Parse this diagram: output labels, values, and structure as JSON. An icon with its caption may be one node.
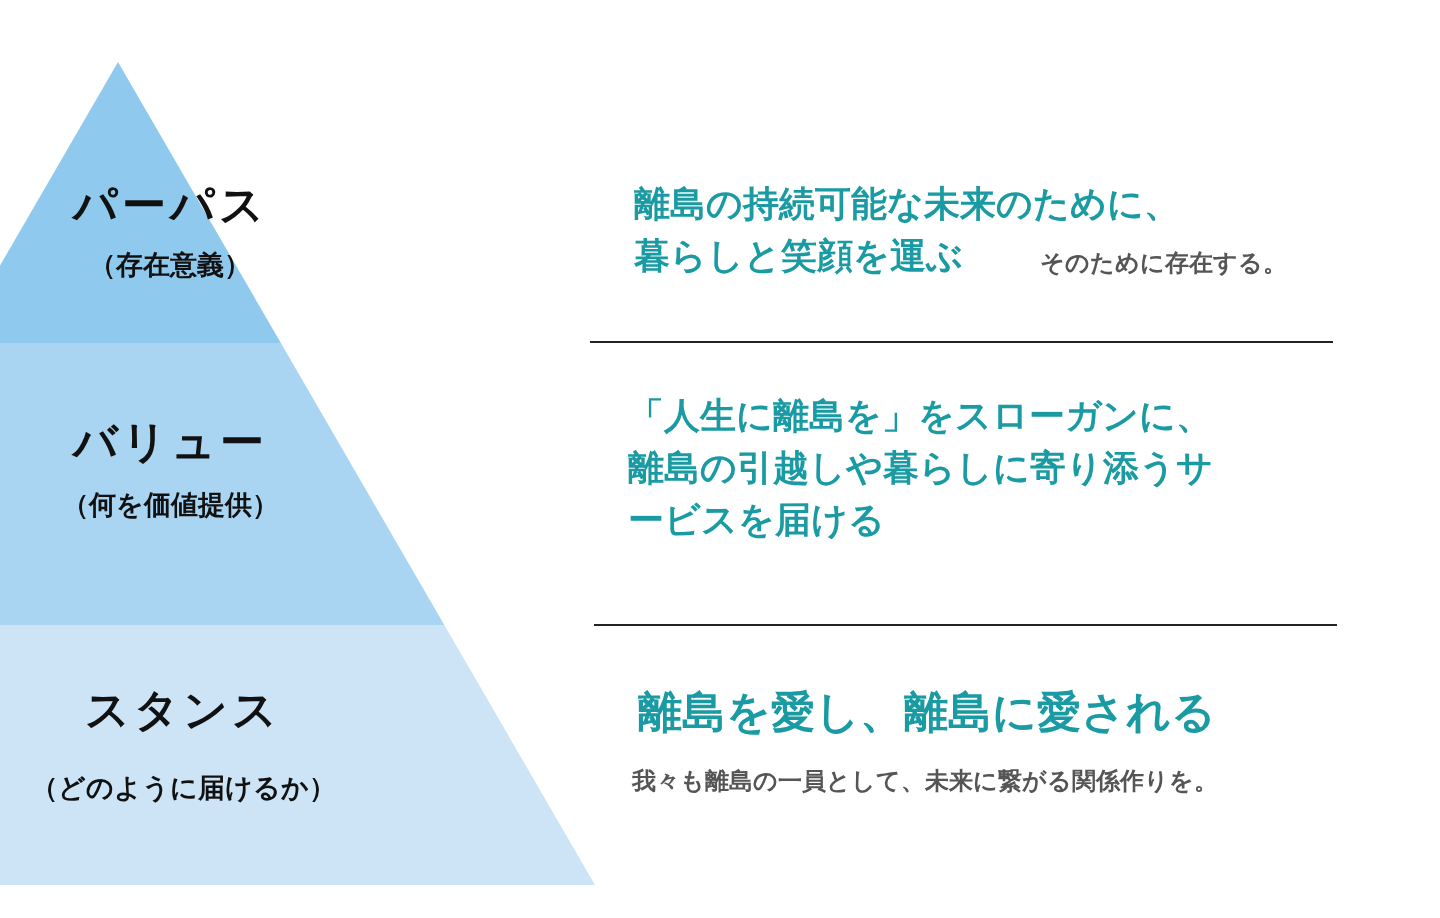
{
  "diagram": {
    "nodes": [
      {
        "text": [
          "パーパス",
          "（存在意義）"
        ]
      },
      {
        "text": [
          "バリュー",
          "（何を価値提供）"
        ]
      },
      {
        "text": [
          "スタンス",
          "（どのように届けるか）"
        ]
      }
    ],
    "labels": [
      "離島の持続可能な未来のために、暮らしと笑顔を運ぶ",
      "そのために存在する。",
      "「人生に離島を」をスローガンに、離島の引越しや暮らしに寄り添うサービスを届ける",
      "離島を愛し、離島に愛される",
      "我々も離島の一員として、未来に繋がる関係作りを。"
    ]
  }
}
